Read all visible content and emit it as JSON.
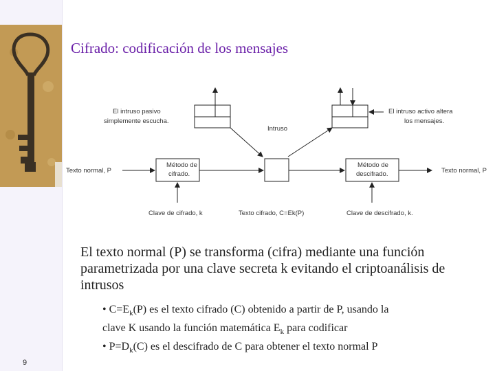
{
  "slide": {
    "title": "Cifrado: codificación de los mensajes",
    "page_number": "9"
  },
  "diagram": {
    "passive_intruder_line1": "El intruso pasivo",
    "passive_intruder_line2": "simplemente escucha.",
    "active_intruder_line1": "El intruso activo altera",
    "active_intruder_line2": "los mensajes.",
    "intruder_label": "Intruso",
    "plaintext_left": "Texto normal, P",
    "encryption_method_line1": "Método de",
    "encryption_method_line2": "cifrado.",
    "decryption_method_line1": "Método de",
    "decryption_method_line2": "descifrado.",
    "plaintext_right": "Texto normal, P",
    "encryption_key": "Clave de cifrado, k",
    "ciphertext": "Texto cifrado, C=Ek(P)",
    "decryption_key": "Clave de descifrado, k."
  },
  "body": {
    "paragraph": "El texto normal (P) se transforma (cifra) mediante una función parametrizada por una clave secreta k evitando el criptoanálisis de intrusos",
    "bullet1_a": "• C=E",
    "bullet1_sub": "k",
    "bullet1_b": "(P) es el texto cifrado (C) obtenido a partir de P, usando la",
    "bullet2_a": "clave K usando la función matemática E",
    "bullet2_sub": "k",
    "bullet2_b": " para codificar",
    "bullet3_a": "• P=D",
    "bullet3_sub": "k",
    "bullet3_b": "(C) es el descifrado de C para obtener el texto normal P"
  }
}
